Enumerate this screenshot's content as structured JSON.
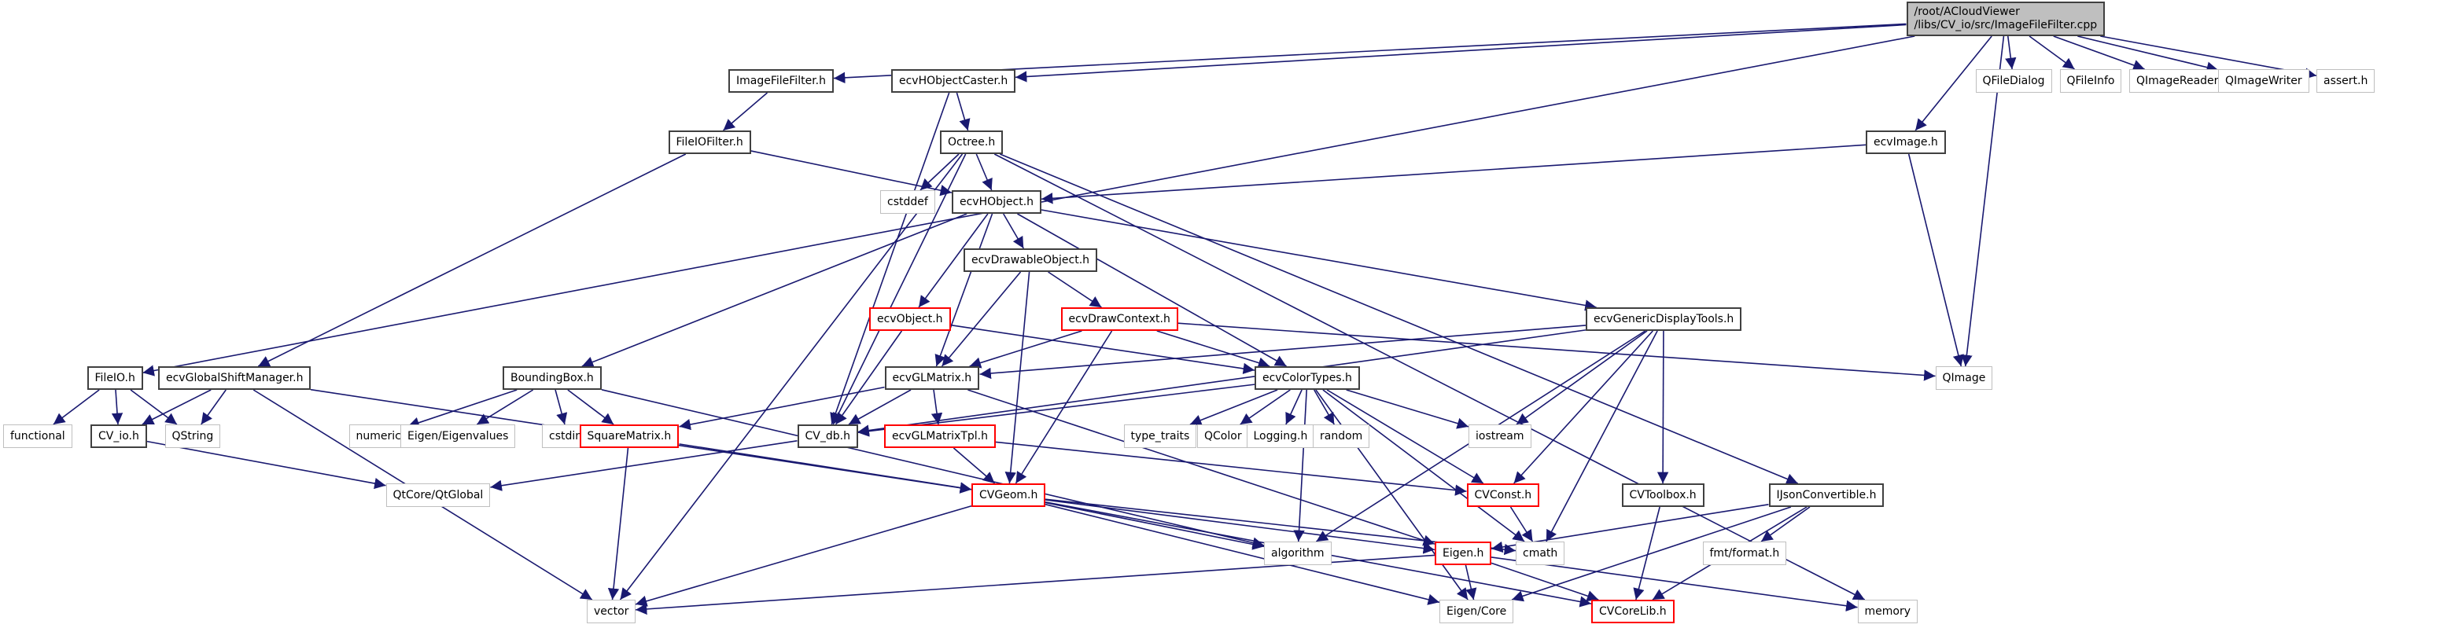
{
  "title": "/root/ACloudViewer/libs/CV_io/src/ImageFileFilter.cpp",
  "edge_color": "#191970",
  "nodes": [
    {
      "id": "root",
      "label": "/root/ACloudViewer\n/libs/CV_io/src/ImageFileFilter.cpp",
      "kind": "root"
    },
    {
      "id": "ImageFileFilter.h",
      "label": "ImageFileFilter.h",
      "kind": "normal"
    },
    {
      "id": "ecvHObjectCaster.h",
      "label": "ecvHObjectCaster.h",
      "kind": "normal"
    },
    {
      "id": "QFileDialog",
      "label": "QFileDialog",
      "kind": "ext"
    },
    {
      "id": "QFileInfo",
      "label": "QFileInfo",
      "kind": "ext"
    },
    {
      "id": "QImageReader",
      "label": "QImageReader",
      "kind": "ext"
    },
    {
      "id": "QImageWriter",
      "label": "QImageWriter",
      "kind": "ext"
    },
    {
      "id": "assert.h",
      "label": "assert.h",
      "kind": "ext"
    },
    {
      "id": "FileIOFilter.h",
      "label": "FileIOFilter.h",
      "kind": "normal"
    },
    {
      "id": "Octree.h",
      "label": "Octree.h",
      "kind": "normal"
    },
    {
      "id": "ecvImage.h",
      "label": "ecvImage.h",
      "kind": "normal"
    },
    {
      "id": "cstddef",
      "label": "cstddef",
      "kind": "ext"
    },
    {
      "id": "ecvHObject.h",
      "label": "ecvHObject.h",
      "kind": "normal"
    },
    {
      "id": "ecvDrawableObject.h",
      "label": "ecvDrawableObject.h",
      "kind": "normal"
    },
    {
      "id": "ecvObject.h",
      "label": "ecvObject.h",
      "kind": "red"
    },
    {
      "id": "ecvDrawContext.h",
      "label": "ecvDrawContext.h",
      "kind": "red"
    },
    {
      "id": "ecvGenericDisplayTools.h",
      "label": "ecvGenericDisplayTools.h",
      "kind": "normal"
    },
    {
      "id": "FileIO.h",
      "label": "FileIO.h",
      "kind": "normal"
    },
    {
      "id": "ecvGlobalShiftManager.h",
      "label": "ecvGlobalShiftManager.h",
      "kind": "normal"
    },
    {
      "id": "BoundingBox.h",
      "label": "BoundingBox.h",
      "kind": "normal"
    },
    {
      "id": "ecvGLMatrix.h",
      "label": "ecvGLMatrix.h",
      "kind": "normal"
    },
    {
      "id": "ecvColorTypes.h",
      "label": "ecvColorTypes.h",
      "kind": "normal"
    },
    {
      "id": "QImage",
      "label": "QImage",
      "kind": "ext"
    },
    {
      "id": "functional",
      "label": "functional",
      "kind": "ext"
    },
    {
      "id": "CV_io.h",
      "label": "CV_io.h",
      "kind": "normal"
    },
    {
      "id": "QString",
      "label": "QString",
      "kind": "ext"
    },
    {
      "id": "numeric",
      "label": "numeric",
      "kind": "ext"
    },
    {
      "id": "Eigen/Eigenvalues",
      "label": "Eigen/Eigenvalues",
      "kind": "ext"
    },
    {
      "id": "cstdint",
      "label": "cstdint",
      "kind": "ext"
    },
    {
      "id": "SquareMatrix.h",
      "label": "SquareMatrix.h",
      "kind": "red"
    },
    {
      "id": "CV_db.h",
      "label": "CV_db.h",
      "kind": "normal"
    },
    {
      "id": "ecvGLMatrixTpl.h",
      "label": "ecvGLMatrixTpl.h",
      "kind": "red"
    },
    {
      "id": "type_traits",
      "label": "type_traits",
      "kind": "ext"
    },
    {
      "id": "QColor",
      "label": "QColor",
      "kind": "ext"
    },
    {
      "id": "Logging.h",
      "label": "Logging.h",
      "kind": "ext"
    },
    {
      "id": "random",
      "label": "random",
      "kind": "ext"
    },
    {
      "id": "iostream",
      "label": "iostream",
      "kind": "ext"
    },
    {
      "id": "CVToolbox.h",
      "label": "CVToolbox.h",
      "kind": "normal"
    },
    {
      "id": "IJsonConvertible.h",
      "label": "IJsonConvertible.h",
      "kind": "normal"
    },
    {
      "id": "QtCore/QtGlobal",
      "label": "QtCore/QtGlobal",
      "kind": "ext"
    },
    {
      "id": "CVGeom.h",
      "label": "CVGeom.h",
      "kind": "red"
    },
    {
      "id": "CVConst.h",
      "label": "CVConst.h",
      "kind": "red"
    },
    {
      "id": "algorithm",
      "label": "algorithm",
      "kind": "ext"
    },
    {
      "id": "Eigen.h",
      "label": "Eigen.h",
      "kind": "red"
    },
    {
      "id": "cmath",
      "label": "cmath",
      "kind": "ext"
    },
    {
      "id": "fmt/format.h",
      "label": "fmt/format.h",
      "kind": "ext"
    },
    {
      "id": "vector",
      "label": "vector",
      "kind": "ext"
    },
    {
      "id": "Eigen/Core",
      "label": "Eigen/Core",
      "kind": "ext"
    },
    {
      "id": "CVCoreLib.h",
      "label": "CVCoreLib.h",
      "kind": "red"
    },
    {
      "id": "memory",
      "label": "memory",
      "kind": "ext"
    }
  ],
  "edges": [
    [
      "root",
      "ImageFileFilter.h"
    ],
    [
      "root",
      "ecvHObjectCaster.h"
    ],
    [
      "root",
      "QFileDialog"
    ],
    [
      "root",
      "QFileInfo"
    ],
    [
      "root",
      "QImageReader"
    ],
    [
      "root",
      "QImageWriter"
    ],
    [
      "root",
      "assert.h"
    ],
    [
      "root",
      "ecvImage.h"
    ],
    [
      "root",
      "QImage"
    ],
    [
      "root",
      "FileIO.h"
    ],
    [
      "ImageFileFilter.h",
      "FileIOFilter.h"
    ],
    [
      "ecvHObjectCaster.h",
      "Octree.h"
    ],
    [
      "ecvHObjectCaster.h",
      "CV_db.h"
    ],
    [
      "FileIOFilter.h",
      "ecvHObject.h"
    ],
    [
      "FileIOFilter.h",
      "ecvGlobalShiftManager.h"
    ],
    [
      "Octree.h",
      "cstddef"
    ],
    [
      "Octree.h",
      "ecvHObject.h"
    ],
    [
      "Octree.h",
      "CV_db.h"
    ],
    [
      "Octree.h",
      "vector"
    ],
    [
      "Octree.h",
      "IJsonConvertible.h"
    ],
    [
      "Octree.h",
      "memory"
    ],
    [
      "ecvImage.h",
      "ecvHObject.h"
    ],
    [
      "ecvImage.h",
      "QImage"
    ],
    [
      "ecvHObject.h",
      "ecvDrawableObject.h"
    ],
    [
      "ecvHObject.h",
      "ecvObject.h"
    ],
    [
      "ecvHObject.h",
      "BoundingBox.h"
    ],
    [
      "ecvHObject.h",
      "ecvGLMatrix.h"
    ],
    [
      "ecvHObject.h",
      "ecvColorTypes.h"
    ],
    [
      "ecvHObject.h",
      "ecvGenericDisplayTools.h"
    ],
    [
      "ecvDrawableObject.h",
      "ecvDrawContext.h"
    ],
    [
      "ecvDrawableObject.h",
      "ecvGLMatrix.h"
    ],
    [
      "ecvDrawableObject.h",
      "CVGeom.h"
    ],
    [
      "ecvObject.h",
      "CV_db.h"
    ],
    [
      "ecvObject.h",
      "ecvColorTypes.h"
    ],
    [
      "ecvDrawContext.h",
      "ecvGLMatrix.h"
    ],
    [
      "ecvDrawContext.h",
      "ecvColorTypes.h"
    ],
    [
      "ecvDrawContext.h",
      "CVGeom.h"
    ],
    [
      "ecvDrawContext.h",
      "QImage"
    ],
    [
      "ecvGenericDisplayTools.h",
      "ecvGLMatrix.h"
    ],
    [
      "ecvGenericDisplayTools.h",
      "CV_db.h"
    ],
    [
      "ecvGenericDisplayTools.h",
      "iostream"
    ],
    [
      "ecvGenericDisplayTools.h",
      "CVConst.h"
    ],
    [
      "ecvGenericDisplayTools.h",
      "CVToolbox.h"
    ],
    [
      "ecvGenericDisplayTools.h",
      "cmath"
    ],
    [
      "ecvGenericDisplayTools.h",
      "algorithm"
    ],
    [
      "FileIO.h",
      "functional"
    ],
    [
      "FileIO.h",
      "CV_io.h"
    ],
    [
      "FileIO.h",
      "QString"
    ],
    [
      "ecvGlobalShiftManager.h",
      "CV_io.h"
    ],
    [
      "ecvGlobalShiftManager.h",
      "QString"
    ],
    [
      "ecvGlobalShiftManager.h",
      "CVGeom.h"
    ],
    [
      "ecvGlobalShiftManager.h",
      "vector"
    ],
    [
      "CV_io.h",
      "QtCore/QtGlobal"
    ],
    [
      "BoundingBox.h",
      "numeric"
    ],
    [
      "BoundingBox.h",
      "Eigen/Eigenvalues"
    ],
    [
      "BoundingBox.h",
      "cstdint"
    ],
    [
      "BoundingBox.h",
      "SquareMatrix.h"
    ],
    [
      "BoundingBox.h",
      "algorithm"
    ],
    [
      "ecvGLMatrix.h",
      "CV_db.h"
    ],
    [
      "ecvGLMatrix.h",
      "ecvGLMatrixTpl.h"
    ],
    [
      "ecvGLMatrix.h",
      "SquareMatrix.h"
    ],
    [
      "ecvGLMatrix.h",
      "Eigen.h"
    ],
    [
      "ecvColorTypes.h",
      "CV_db.h"
    ],
    [
      "ecvColorTypes.h",
      "type_traits"
    ],
    [
      "ecvColorTypes.h",
      "QColor"
    ],
    [
      "ecvColorTypes.h",
      "Logging.h"
    ],
    [
      "ecvColorTypes.h",
      "random"
    ],
    [
      "ecvColorTypes.h",
      "iostream"
    ],
    [
      "ecvColorTypes.h",
      "CVConst.h"
    ],
    [
      "ecvColorTypes.h",
      "cmath"
    ],
    [
      "ecvColorTypes.h",
      "algorithm"
    ],
    [
      "ecvColorTypes.h",
      "Eigen/Core"
    ],
    [
      "SquareMatrix.h",
      "CVGeom.h"
    ],
    [
      "SquareMatrix.h",
      "vector"
    ],
    [
      "CV_db.h",
      "QtCore/QtGlobal"
    ],
    [
      "ecvGLMatrixTpl.h",
      "CVGeom.h"
    ],
    [
      "ecvGLMatrixTpl.h",
      "CVConst.h"
    ],
    [
      "CVGeom.h",
      "algorithm"
    ],
    [
      "CVGeom.h",
      "Eigen.h"
    ],
    [
      "CVGeom.h",
      "cmath"
    ],
    [
      "CVGeom.h",
      "vector"
    ],
    [
      "CVGeom.h",
      "Eigen/Core"
    ],
    [
      "CVGeom.h",
      "CVCoreLib.h"
    ],
    [
      "CVConst.h",
      "cmath"
    ],
    [
      "CVToolbox.h",
      "CVCoreLib.h"
    ],
    [
      "IJsonConvertible.h",
      "Eigen.h"
    ],
    [
      "IJsonConvertible.h",
      "fmt/format.h"
    ],
    [
      "IJsonConvertible.h",
      "Eigen/Core"
    ],
    [
      "IJsonConvertible.h",
      "CVCoreLib.h"
    ],
    [
      "Eigen.h",
      "vector"
    ],
    [
      "Eigen.h",
      "Eigen/Core"
    ],
    [
      "Eigen.h",
      "CVCoreLib.h"
    ],
    [
      "Eigen.h",
      "memory"
    ]
  ]
}
